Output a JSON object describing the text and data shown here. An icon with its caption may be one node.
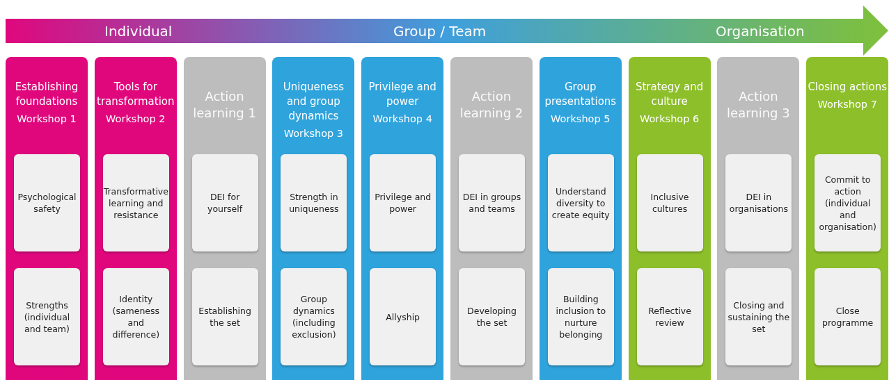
{
  "diagram": {
    "nodes": [
      {
        "text": [
          "Establishing foundations",
          "Workshop 1"
        ]
      },
      {
        "text": [
          "Psychological safety"
        ],
        "in": 0
      },
      {
        "text": [
          "Strengths (individual and team)"
        ],
        "in": 0
      },
      {
        "text": [
          "Tools for transformation",
          "Workshop 2"
        ]
      },
      {
        "text": [
          "Transformative learning and resistance"
        ],
        "in": 3
      },
      {
        "text": [
          "Identity (sameness and difference)"
        ],
        "in": 3
      },
      {
        "text": [
          "Action learning 1"
        ]
      },
      {
        "text": [
          "DEI for yourself"
        ],
        "in": 6
      },
      {
        "text": [
          "Establishing the set"
        ],
        "in": 6
      },
      {
        "text": [
          "Uniqueness and group dynamics",
          "Workshop 3"
        ]
      },
      {
        "text": [
          "Strength in uniqueness"
        ],
        "in": 9
      },
      {
        "text": [
          "Group dynamics (including exclusion)"
        ],
        "in": 9
      },
      {
        "text": [
          "Privilege and power",
          "Workshop 4"
        ]
      },
      {
        "text": [
          "Privilege and power"
        ],
        "in": 12
      },
      {
        "text": [
          "Allyship"
        ],
        "in": 12
      },
      {
        "text": [
          "Action learning 2"
        ]
      },
      {
        "text": [
          "DEI in groups and teams"
        ],
        "in": 15
      },
      {
        "text": [
          "Developing the set"
        ],
        "in": 15
      },
      {
        "text": [
          "Group presentations",
          "Workshop 5"
        ]
      },
      {
        "text": [
          "Understand diversity to create equity"
        ],
        "in": 18
      },
      {
        "text": [
          "Building inclusion to nurture belonging"
        ],
        "in": 18
      },
      {
        "text": [
          "Strategy and culture",
          "Workshop 6"
        ]
      },
      {
        "text": [
          "Inclusive cultures"
        ],
        "in": 21
      },
      {
        "text": [
          "Reflective review"
        ],
        "in": 21
      },
      {
        "text": [
          "Action learning 3"
        ]
      },
      {
        "text": [
          "DEI in organisations"
        ],
        "in": 24
      },
      {
        "text": [
          "Closing and sustaining the set"
        ],
        "in": 24
      },
      {
        "text": [
          "Closing actions",
          "Workshop 7"
        ]
      },
      {
        "text": [
          "Commit to action (individual and organisation)"
        ],
        "in": 27
      },
      {
        "text": [
          "Close programme"
        ],
        "in": 27
      }
    ],
    "labels": [
      "Individual",
      "Group / Team",
      "Organisation"
    ]
  }
}
